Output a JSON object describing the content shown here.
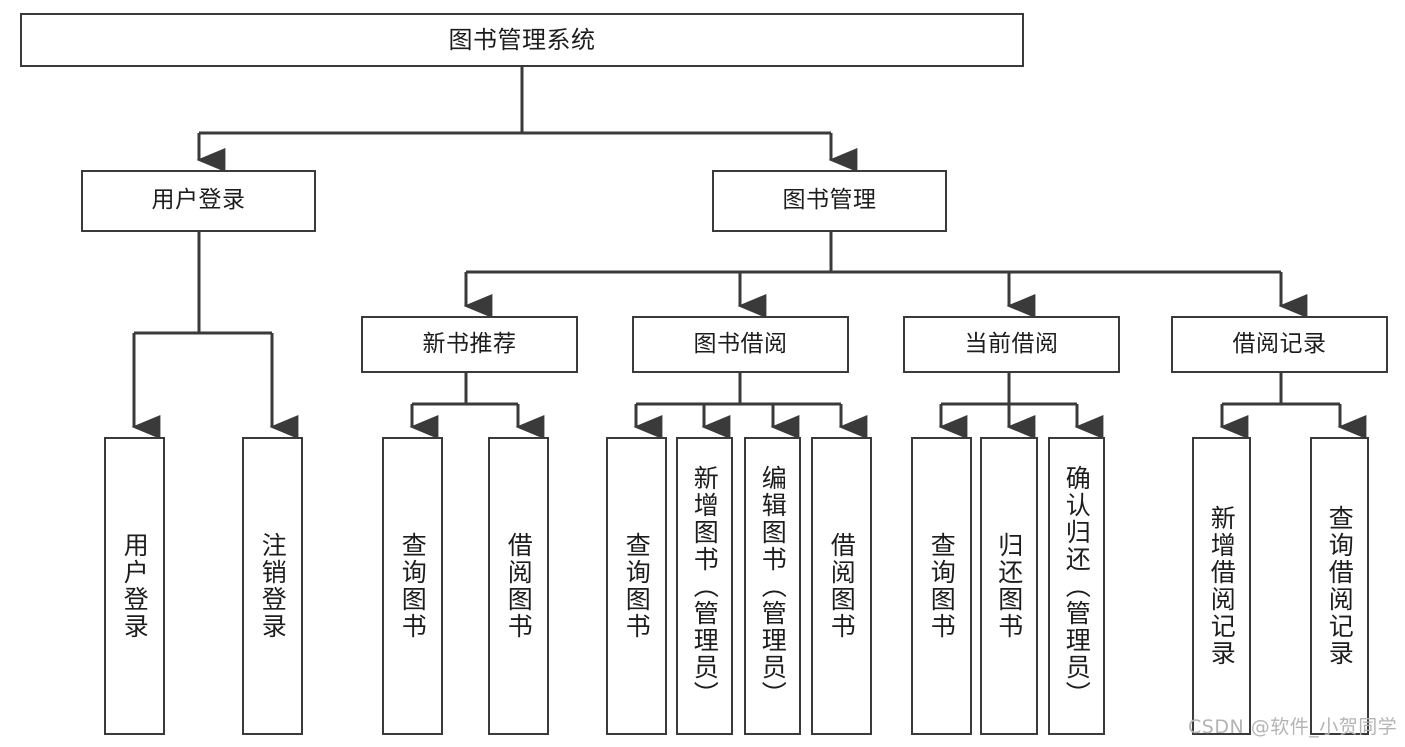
{
  "diagram": {
    "title": "图书管理系统",
    "type": "功能结构图",
    "style": {
      "background": "#ffffff",
      "box_border": "#3a3a3a",
      "box_fill": "#ffffff",
      "text": "#1d1d1d",
      "connector": "#3a3a3a",
      "watermark": "#b4b4b4"
    }
  },
  "root": {
    "label": "图书管理系统"
  },
  "level2": [
    {
      "label": "用户登录"
    },
    {
      "label": "图书管理"
    }
  ],
  "level3": [
    {
      "label": "新书推荐"
    },
    {
      "label": "图书借阅"
    },
    {
      "label": "当前借阅"
    },
    {
      "label": "借阅记录"
    }
  ],
  "leaves": {
    "user_login": [
      {
        "label": "用户登录"
      },
      {
        "label": "注销登录"
      }
    ],
    "new_book": [
      {
        "label": "查询图书"
      },
      {
        "label": "借阅图书"
      }
    ],
    "book_borrow": [
      {
        "label": "查询图书"
      },
      {
        "label": "新增图书（管理员）"
      },
      {
        "label": "编辑图书（管理员）"
      },
      {
        "label": "借阅图书"
      }
    ],
    "current_borrow": [
      {
        "label": "查询图书"
      },
      {
        "label": "归还图书"
      },
      {
        "label": "确认归还（管理员）"
      }
    ],
    "borrow_record": [
      {
        "label": "新增借阅记录"
      },
      {
        "label": "查询借阅记录"
      }
    ]
  },
  "watermark": {
    "text": "CSDN @软件_小贺同学"
  }
}
